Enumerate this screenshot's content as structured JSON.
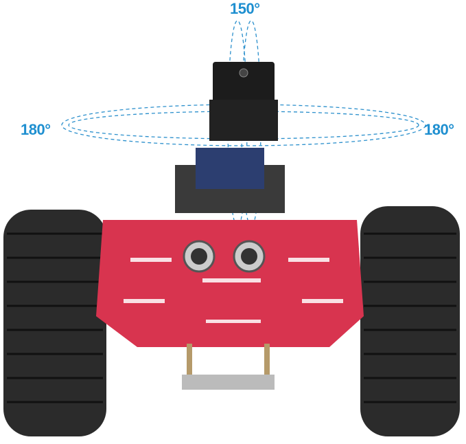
{
  "image": {
    "description": "Red metal tracked robot car with ESP32 camera module on pan-tilt mount, ultrasonic sensor eyes, and line-tracking sensor underneath",
    "annotations": {
      "tilt_angle": "150°",
      "pan_angle_left": "180°",
      "pan_angle_right": "180°"
    },
    "colors": {
      "label": "#1e8fd0",
      "chassis": "#d8344f",
      "tracks": "#2a2a2a",
      "background": "#ffffff"
    }
  }
}
